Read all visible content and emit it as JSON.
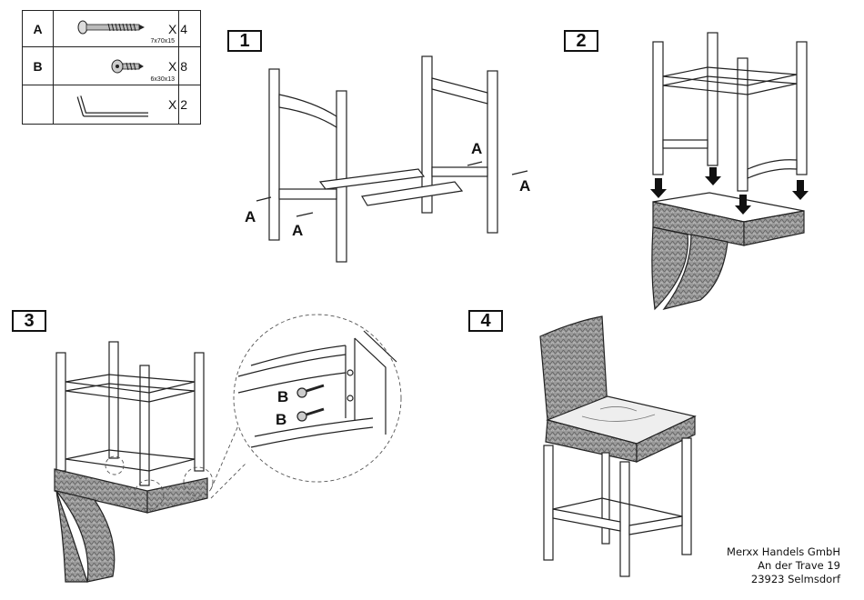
{
  "parts": [
    {
      "letter": "A",
      "icon": "long-screw-icon",
      "spec": "7x70x15",
      "qty": "X 4"
    },
    {
      "letter": "B",
      "icon": "short-screw-icon",
      "spec": "6x30x13",
      "qty": "X 8"
    },
    {
      "letter": "",
      "icon": "allen-key-icon",
      "spec": "",
      "qty": "X 2"
    }
  ],
  "steps": [
    "1",
    "2",
    "3",
    "4"
  ],
  "step1": {
    "callouts": [
      "A",
      "A",
      "A",
      "A"
    ]
  },
  "step3": {
    "callouts": [
      "B",
      "B"
    ]
  },
  "company": {
    "name": "Merxx Handels GmbH",
    "street": "An der Trave 19",
    "city": "23923 Selmsdorf"
  },
  "colors": {
    "line": "#222222",
    "wicker": "#8a8a8a",
    "arrow": "#111111"
  }
}
